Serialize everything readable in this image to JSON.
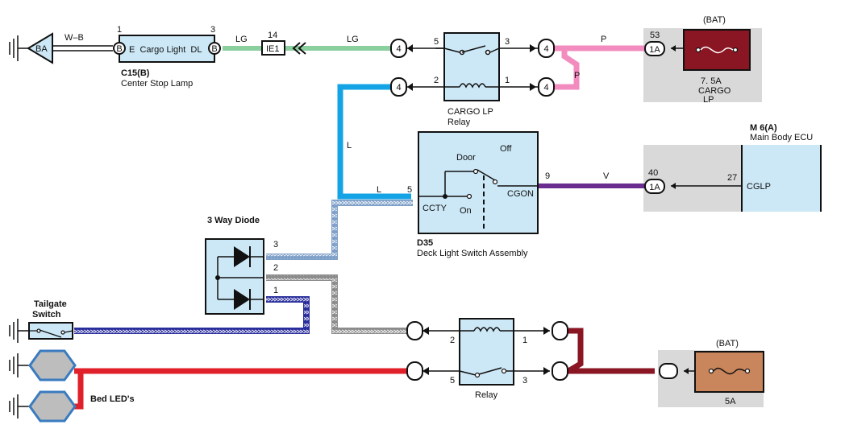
{
  "colors": {
    "lg": "#8ccf9f",
    "pink": "#f28cbf",
    "blue": "#14a4e6",
    "purple": "#6a2c8f",
    "red": "#e0202a",
    "maroon": "#8a1523",
    "navy": "#2a2e9c",
    "gray": "#8c8c8c",
    "steel": "#7fa0c8",
    "component": "#cce8f6",
    "panel": "#d9d9d9",
    "fuse_cargo": "#8a1523",
    "fuse_5a": "#c9855b"
  },
  "ground_label": "BA",
  "wire_wb": "W–B",
  "cargo_light": {
    "pin_left": "1",
    "pin_right": "3",
    "pin_left_letter": "B",
    "pin_right_letter": "B",
    "name": "E  Cargo Light  DL",
    "code": "C15(B)",
    "desc": "Center Stop Lamp"
  },
  "wire_lg_1": "LG",
  "wire_lg_2": "LG",
  "ie1": {
    "pin": "14",
    "label": "IE1"
  },
  "cargo_relay": {
    "pin5": "5",
    "pin3": "3",
    "pin2": "2",
    "pin1": "1",
    "name_line1": "CARGO LP",
    "name_line2": "Relay"
  },
  "junction_4": "4",
  "wire_p_1": "P",
  "wire_p_2": "P",
  "cargo_fuse": {
    "header": "(BAT)",
    "pin": "53",
    "conn": "1A",
    "rating": "7. 5A",
    "name_line1": "CARGO",
    "name_line2": "LP"
  },
  "body_ecu": {
    "code": "M 6(A)",
    "name": "Main Body ECU",
    "pin_outer": "40",
    "conn": "1A",
    "pin_inner": "27",
    "terminal": "CGLP"
  },
  "wire_l_1": "L",
  "wire_l_2": "L",
  "wire_v": "V",
  "deck_switch": {
    "pin_left": "5",
    "pin_right": "9",
    "door": "Door",
    "off": "Off",
    "on": "On",
    "ccty": "CCTY",
    "cgon": "CGON",
    "code": "D35",
    "desc": "Deck Light Switch Assembly"
  },
  "diode": {
    "title": "3 Way Diode",
    "pin3": "3",
    "pin2": "2",
    "pin1": "1"
  },
  "tailgate_line1": "Tailgate",
  "tailgate_line2": "Switch",
  "bed_leds": "Bed LED's",
  "relay2": {
    "pin2": "2",
    "pin1": "1",
    "pin5": "5",
    "pin3": "3",
    "name": "Relay"
  },
  "fuse_5a": {
    "header": "(BAT)",
    "rating": "5A"
  }
}
